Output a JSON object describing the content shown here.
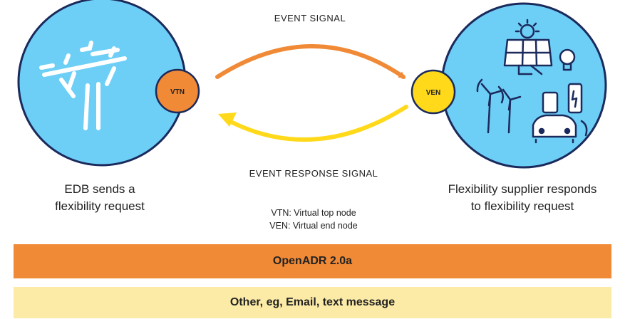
{
  "diagram": {
    "event_signal": "EVENT SIGNAL",
    "event_response_signal": "EVENT RESPONSE SIGNAL",
    "vtn_node": "VTN",
    "ven_node": "VEN",
    "left_caption_line1": "EDB sends a",
    "left_caption_line2": "flexibility request",
    "right_caption_line1": "Flexibility supplier responds",
    "right_caption_line2": "to flexibility request",
    "legend_line1": "VTN: Virtual top node",
    "legend_line2": "VEN: Virtual end node"
  },
  "protocols": {
    "primary": "OpenADR 2.0a",
    "secondary": "Other, eg, Email, text message"
  },
  "colors": {
    "circle_blue": "#6ECFF6",
    "outline_navy": "#1B2A5C",
    "orange": "#F08A36",
    "yellow": "#FFD91A",
    "pale_yellow": "#FCEBA6"
  },
  "icons": {
    "left_circle": "power-pole-icon",
    "right_circle": "renewables-ev-icon"
  }
}
